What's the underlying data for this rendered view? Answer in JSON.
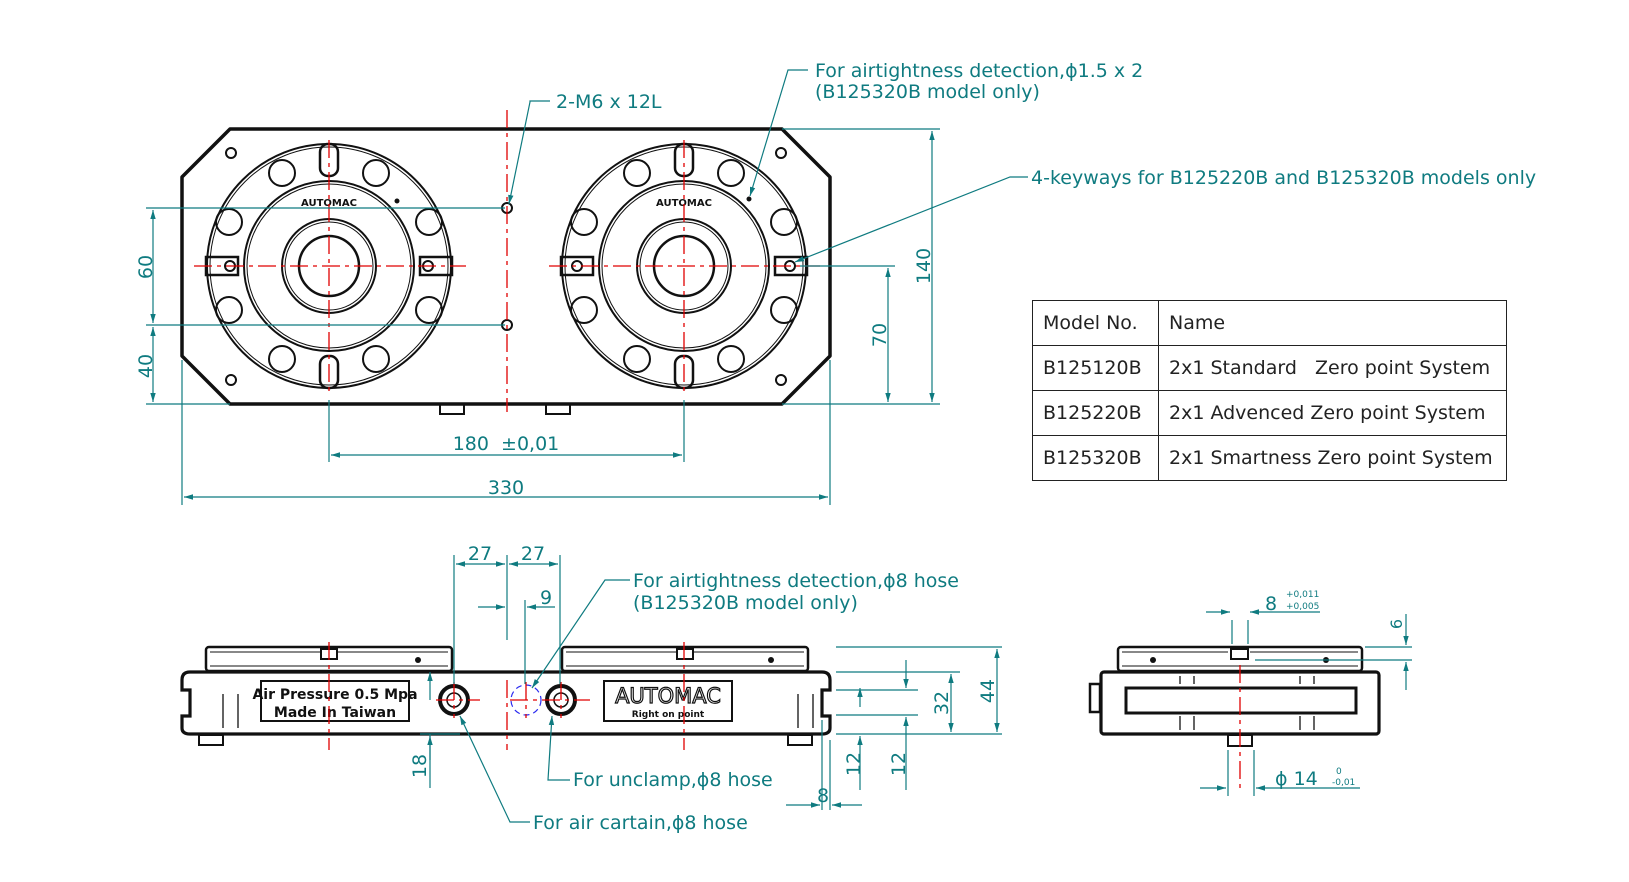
{
  "colors": {
    "dimension": "#0f7b80",
    "centerline": "#e00000",
    "outline": "#111111",
    "hidden": "#2a2af0"
  },
  "top_view": {
    "callouts": {
      "thread_holes": "2-M6 x 12L",
      "airtight_line1": "For airtightness detection,ϕ1.5 x 2",
      "airtight_line2": "(B125320B model only)",
      "keyways": "4-keyways for B125220B and B125320B models only"
    },
    "dimensions": {
      "hole_pitch_vertical": "60",
      "hole_to_bottom": "40",
      "overall_height": "140",
      "center_height": "70",
      "module_pitch": "180  ±0,01",
      "overall_length": "330"
    },
    "logo_text": "AUTOMAC"
  },
  "model_table": {
    "headers": [
      "Model No.",
      "Name"
    ],
    "rows": [
      {
        "model": "B125120B",
        "name": "2x1 Standard   Zero point System"
      },
      {
        "model": "B125220B",
        "name": "2x1 Advenced Zero point System"
      },
      {
        "model": "B125320B",
        "name": "2x1 Smartness Zero point System"
      }
    ]
  },
  "front_view": {
    "dimensions": {
      "port_spacing_left": "27",
      "port_spacing_right": "27",
      "airtight_offset": "9",
      "port_height": "18",
      "slot_lower": "12",
      "slot_upper": "12",
      "body_height": "32",
      "total_height": "44",
      "edge_offset": "8"
    },
    "callouts": {
      "airtight_line1": "For airtightness detection,ϕ8 hose",
      "airtight_line2": "(B125320B model only)",
      "unclamp": "For unclamp,ϕ8 hose",
      "air_curtain": "For air cartain,ϕ8 hose"
    },
    "label_plate": {
      "line1": "Air Pressure 0.5 Mpa",
      "line2": "Made In Taiwan"
    },
    "brand_plate": {
      "brand": "AUTOMAC",
      "slogan": "Right on point"
    }
  },
  "side_view": {
    "dimensions": {
      "keyway_width": "8",
      "keyway_tol_upper": "+0,011",
      "keyway_tol_lower": "+0,005",
      "keyway_depth": "6",
      "pin_diameter": "ϕ 14",
      "pin_tol_upper": "0",
      "pin_tol_lower": "-0,01"
    }
  }
}
